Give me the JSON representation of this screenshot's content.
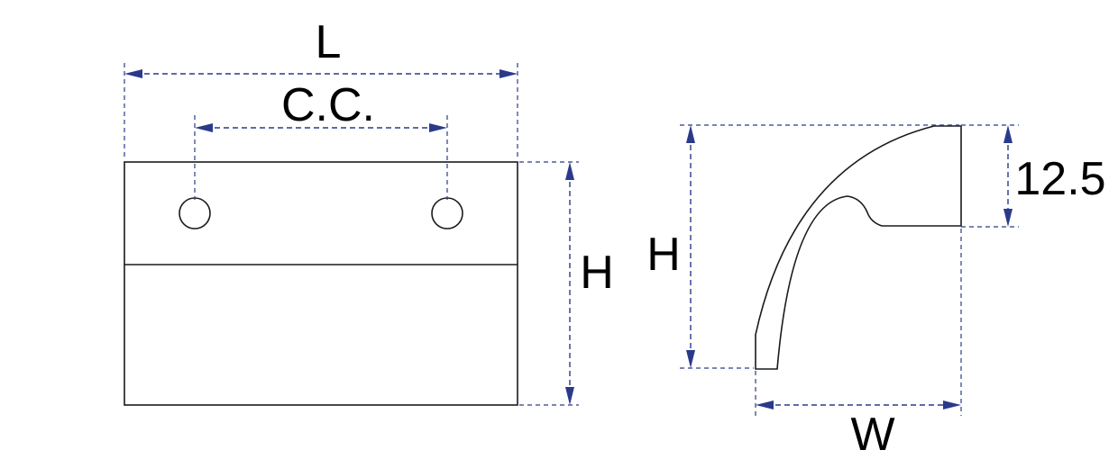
{
  "front_view": {
    "length_label": "L",
    "center_to_center_label": "C.C.",
    "height_label": "H"
  },
  "side_view": {
    "height_label": "H",
    "thickness_label": "12.5",
    "width_label": "W"
  },
  "colors": {
    "outline": "#1a1a1a",
    "dimension": "#2a3a8a",
    "text": "#000000"
  }
}
